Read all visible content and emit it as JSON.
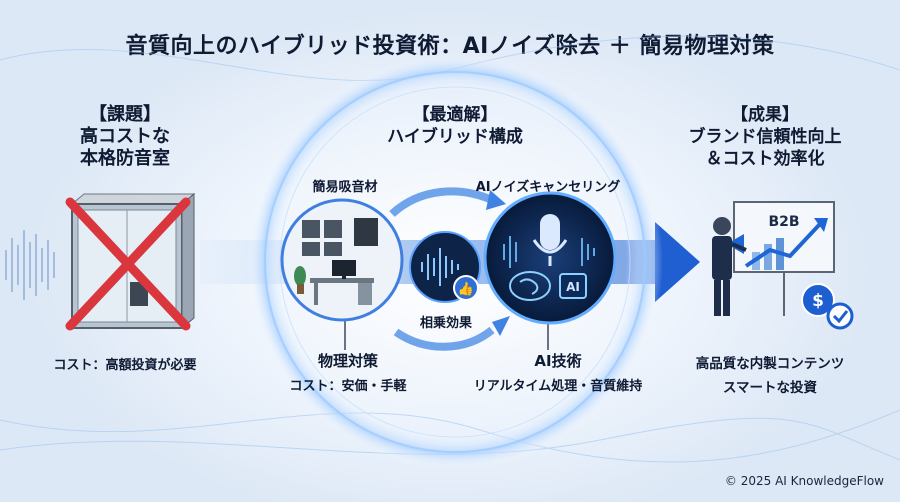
{
  "title": "音質向上のハイブリッド投資術：AIノイズ除去 ＋ 簡易物理対策",
  "left": {
    "heading_tag": "【課題】",
    "heading_line1": "高コストな",
    "heading_line2": "本格防音室",
    "caption": "コスト：高額投資が必要"
  },
  "center": {
    "heading_tag": "【最適解】",
    "heading_line1": "ハイブリッド構成",
    "label_absorber": "簡易吸音材",
    "label_ai_nc": "AIノイズキャンセリング",
    "label_synergy": "相乗効果",
    "physical_title": "物理対策",
    "physical_cost": "コスト：安価・手軽",
    "ai_title": "AI技術",
    "ai_desc": "リアルタイム処理・音質維持",
    "ai_chip": "AI"
  },
  "right": {
    "heading_tag": "【成果】",
    "heading_line1": "ブランド信頼性向上",
    "heading_line2": "＆コスト効率化",
    "board_label": "B2B",
    "caption_line1": "高品質な内製コンテンツ",
    "caption_line2": "スマートな投資"
  },
  "copyright": "© 2025 AI KnowledgeFlow",
  "colors": {
    "navy": "#0f1a33",
    "accent": "#2f6fd6",
    "red": "#d9363e",
    "glow": "#8fc3ff"
  }
}
